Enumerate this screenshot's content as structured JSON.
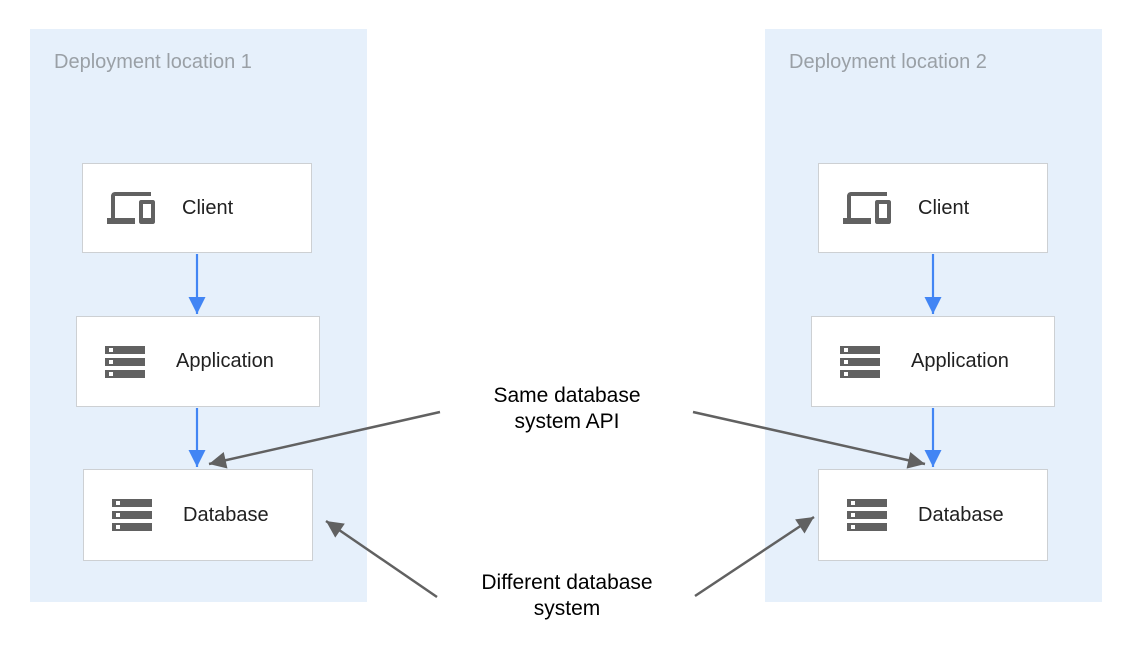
{
  "panels": [
    {
      "title": "Deployment location 1",
      "nodes": [
        {
          "label": "Client",
          "icon": "devices-icon"
        },
        {
          "label": "Application",
          "icon": "server-stack-icon"
        },
        {
          "label": "Database",
          "icon": "server-stack-icon"
        }
      ]
    },
    {
      "title": "Deployment location 2",
      "nodes": [
        {
          "label": "Client",
          "icon": "devices-icon"
        },
        {
          "label": "Application",
          "icon": "server-stack-icon"
        },
        {
          "label": "Database",
          "icon": "server-stack-icon"
        }
      ]
    }
  ],
  "annotations": {
    "same_api": {
      "line1": "Same database",
      "line2": "system API"
    },
    "different_system": {
      "line1": "Different database",
      "line2": "system"
    }
  },
  "colors": {
    "panel_bg": "#e6f0fb",
    "node_border": "#cdd0d3",
    "arrow_blue": "#4285f4",
    "arrow_gray": "#616161",
    "title_gray": "#9aa0a6",
    "icon_gray": "#616161",
    "text_dark": "#212121"
  }
}
